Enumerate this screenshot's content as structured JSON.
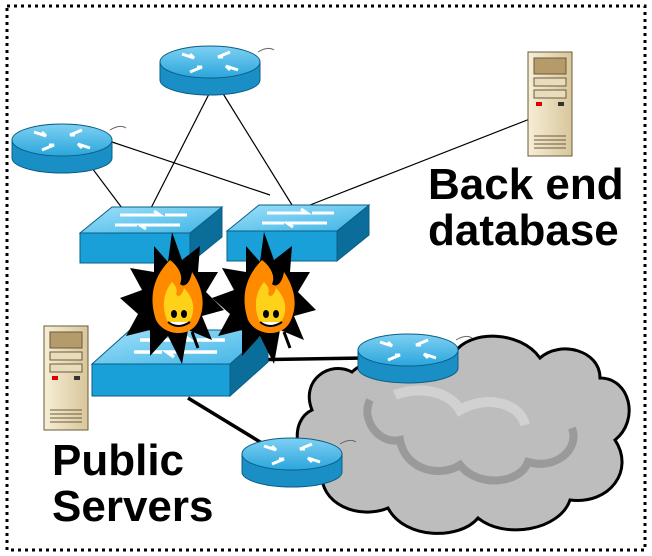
{
  "labels": {
    "backend_line1": "Back end",
    "backend_line2": "database",
    "public_line1": "Public",
    "public_line2": "Servers"
  },
  "nodes": {
    "routers": [
      "router-top",
      "router-left",
      "router-cloud-edge",
      "router-bottom"
    ],
    "switches": [
      "switch-left",
      "switch-right",
      "switch-bottom"
    ],
    "servers": [
      "server-backend-database",
      "server-public"
    ],
    "firewalls": [
      "firewall-left",
      "firewall-right"
    ],
    "cloud": "internet-cloud"
  },
  "colors": {
    "device_blue": "#1aa0d8",
    "device_blue_dark": "#0b6d9a",
    "device_blue_light": "#7fd0f2",
    "server_tan": "#f1e6c8",
    "server_dark": "#b59b6a",
    "cloud_gray": "#bdbdbd",
    "cloud_dark": "#8c8c8c",
    "flame_yellow": "#ffd21a",
    "flame_orange": "#ff8a00",
    "border": "#000000"
  }
}
